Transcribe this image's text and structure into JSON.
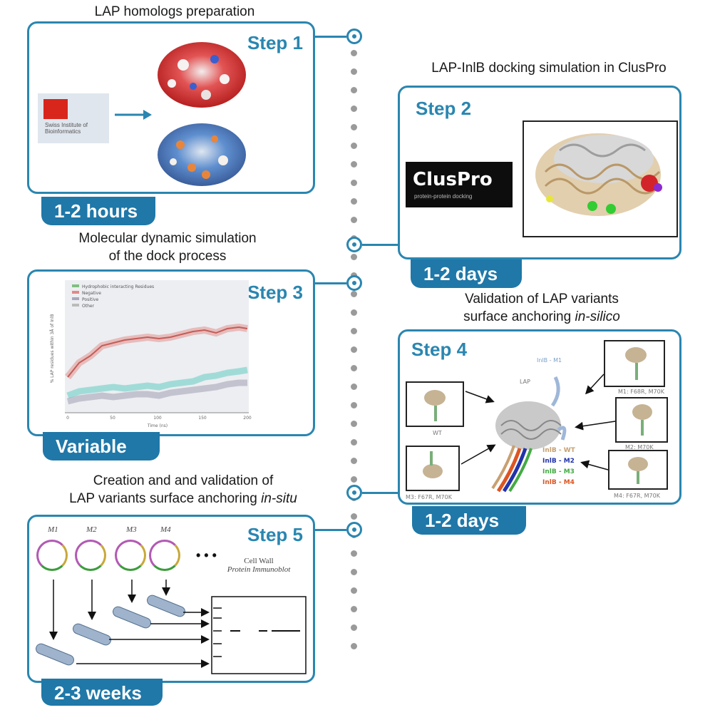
{
  "headings": {
    "step1": "LAP homologs preparation",
    "step2": "LAP-InlB docking simulation in ClusPro",
    "step3_line1": "Molecular dynamic simulation",
    "step3_line2": "of the dock process",
    "step4_line1": "Validation of LAP variants",
    "step4_line2_plain": "surface anchoring ",
    "step4_line2_italic": "in-silico",
    "step5_line1": "Creation and and validation of",
    "step5_line2_plain": "LAP variants surface anchoring ",
    "step5_line2_italic": "in-situ"
  },
  "steps": [
    {
      "label": "Step 1",
      "duration": "1-2 hours"
    },
    {
      "label": "Step 2",
      "duration": "1-2 days"
    },
    {
      "label": "Step 3",
      "duration": "Variable"
    },
    {
      "label": "Step 4",
      "duration": "1-2 days"
    },
    {
      "label": "Step 5",
      "duration": "2-3 weeks"
    }
  ],
  "step1": {
    "logo_text": "Swiss Institute of Bioinformatics"
  },
  "step2": {
    "logo_main": "ClusPro",
    "logo_sub": "protein-protein docking"
  },
  "step3": {
    "legend": [
      "Hydrophobic interacting Residues",
      "Negative",
      "Positive",
      "Other"
    ],
    "xlabel": "Time (ns)",
    "ylabel": "% LAP residues within 3Å of InlB",
    "xticks": [
      "0",
      "50",
      "100",
      "150",
      "200"
    ]
  },
  "step4": {
    "center_label": "LAP",
    "thumbs": [
      "WT",
      "M1: F68R, M70K",
      "M2: M70K",
      "M3: F67R, M70K",
      "M4: F67R, M70K"
    ],
    "legend": [
      {
        "text": "InlB - WT",
        "color": "#c8a070"
      },
      {
        "text": "InlB - M2",
        "color": "#2233aa"
      },
      {
        "text": "InlB - M3",
        "color": "#44aa44"
      },
      {
        "text": "InlB - M4",
        "color": "#dd5522"
      }
    ],
    "top_label": "InlB - M1"
  },
  "step5": {
    "plasmids": [
      "M1",
      "M2",
      "M3",
      "M4"
    ],
    "ellipsis": "• • •",
    "blot_title_line1": "Cell Wall",
    "blot_title_line2": "Protein Immunoblot"
  },
  "colors": {
    "accent": "#2a86b0",
    "duration_bg": "#1f78a8",
    "timeline": "#9a9a9a"
  }
}
